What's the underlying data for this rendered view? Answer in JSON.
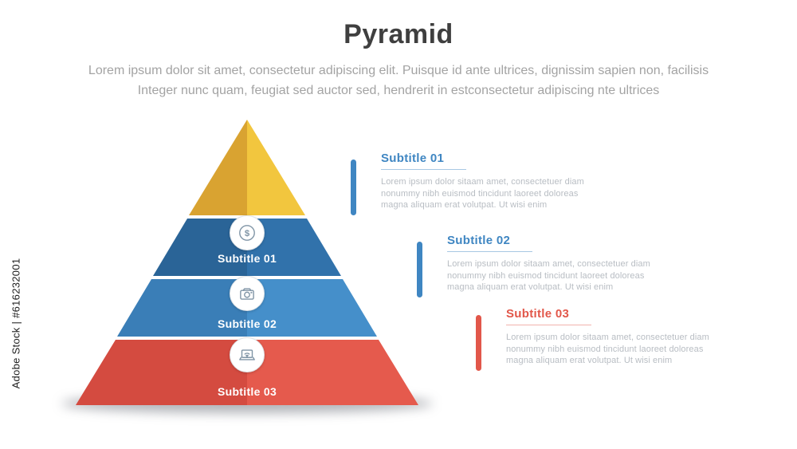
{
  "watermark": {
    "text": "Adobe Stock | #616232001"
  },
  "header": {
    "title": "Pyramid",
    "description_line1": "Lorem ipsum dolor sit amet, consectetur adipiscing elit. Puisque id ante ultrices, dignissim sapien non, facilisis",
    "description_line2": "Integer nunc quam, feugiat sed auctor sed, hendrerit in estconsectetur adipiscing nte ultrices"
  },
  "pyramid": {
    "apex": {
      "color_left": "#d9a331",
      "color_right": "#f2c63e"
    },
    "levels": [
      {
        "label": "Subtitle 01",
        "icon": "dollar-icon",
        "icon_glyph": "$",
        "color_left": "#2a6497",
        "color_right": "#3172ab"
      },
      {
        "label": "Subtitle 02",
        "icon": "camera-icon",
        "color_left": "#3a7eb7",
        "color_right": "#458fca"
      },
      {
        "label": "Subtitle 03",
        "icon": "laptop-icon",
        "color_left": "#d44b40",
        "color_right": "#e55a4d"
      }
    ]
  },
  "blocks": [
    {
      "heading": "Subtitle 01",
      "accent": "#3f86c2",
      "body": "Lorem ipsum dolor sitaam amet, consectetuer diam nonummy nibh euismod tincidunt laoreet doloreas magna aliquam erat volutpat. Ut wisi enim"
    },
    {
      "heading": "Subtitle 02",
      "accent": "#3f86c2",
      "body": "Lorem ipsum dolor sitaam amet, consectetuer diam nonummy nibh euismod tincidunt laoreet doloreas magna aliquam erat volutpat. Ut wisi enim"
    },
    {
      "heading": "Subtitle 03",
      "accent": "#e2574a",
      "body": "Lorem ipsum dolor sitaam amet, consectetuer diam nonummy nibh euismod tincidunt laoreet doloreas magna aliquam erat volutpat. Ut wisi enim"
    }
  ]
}
